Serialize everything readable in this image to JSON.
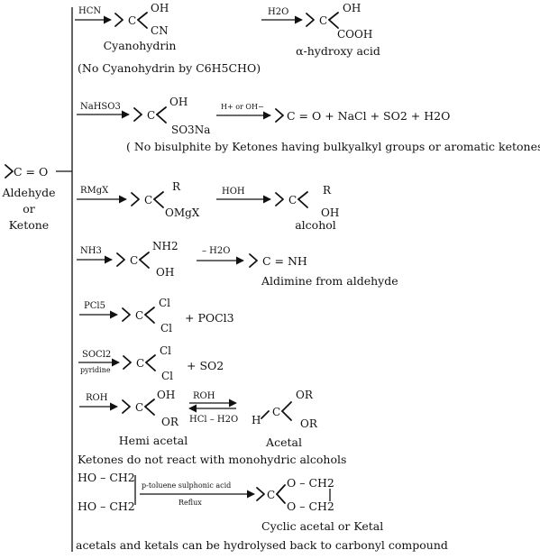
{
  "diagram": {
    "reactant": {
      "formula": "C = O",
      "line1": "Aldehyde",
      "line2": "or",
      "line3": "Ketone"
    },
    "r1": {
      "reagent": "HCN",
      "c": "C",
      "oh": "OH",
      "cn": "CN",
      "name": "Cyanohydrin",
      "note": "(No Cyanohydrin by C6H5CHO)",
      "reagent2": "H2O",
      "c2": "C",
      "oh2": "OH",
      "cooh": "COOH",
      "name2": "α-hydroxy acid"
    },
    "r2": {
      "reagent": "NaHSO3",
      "c": "C",
      "oh": "OH",
      "so3na": "SO3Na",
      "reagent2": "H+ or OH−",
      "product": "C = O + NaCl + SO2 + H2O",
      "note": "( No bisulphite by Ketones having bulkyalkyl groups or aromatic ketones)"
    },
    "r3": {
      "reagent": "RMgX",
      "c": "C",
      "r": "R",
      "omgx": "OMgX",
      "reagent2": "HOH",
      "c2": "C",
      "r2": "R",
      "oh2": "OH",
      "name2": "alcohol"
    },
    "r4": {
      "reagent": "NH3",
      "c": "C",
      "nh2": "NH2",
      "oh": "OH",
      "reagent2": "– H2O",
      "product": "C = NH",
      "name2": "Aldimine from aldehyde"
    },
    "r5": {
      "reagent": "PCl5",
      "c": "C",
      "cl1": "Cl",
      "cl2": "Cl",
      "byproduct": "+ POCl3"
    },
    "r6": {
      "reagent": "SOCl2",
      "reagent_below": "pyridine",
      "c": "C",
      "cl1": "Cl",
      "cl2": "Cl",
      "byproduct": "+ SO2"
    },
    "r7": {
      "reagent": "ROH",
      "c": "C",
      "oh": "OH",
      "or": "OR",
      "name": "Hemi acetal",
      "reagent2": "ROH",
      "reagent2_below": "HCl – H2O",
      "h": "H",
      "c2": "C",
      "or1": "OR",
      "or2": "OR",
      "name2": "Acetal",
      "note": "Ketones do not react with monohydric alcohols"
    },
    "r8": {
      "diol1": "HO – CH2",
      "diol2": "HO – CH2",
      "reagent": "p-toluene sulphonic acid",
      "reagent_below": "Reflux",
      "c": "C",
      "ring1": "O – CH2",
      "ring2": "O – CH2",
      "name": "Cyclic acetal or Ketal"
    },
    "footer": "acetals and ketals can be hydrolysed back to carbonyl compound"
  }
}
